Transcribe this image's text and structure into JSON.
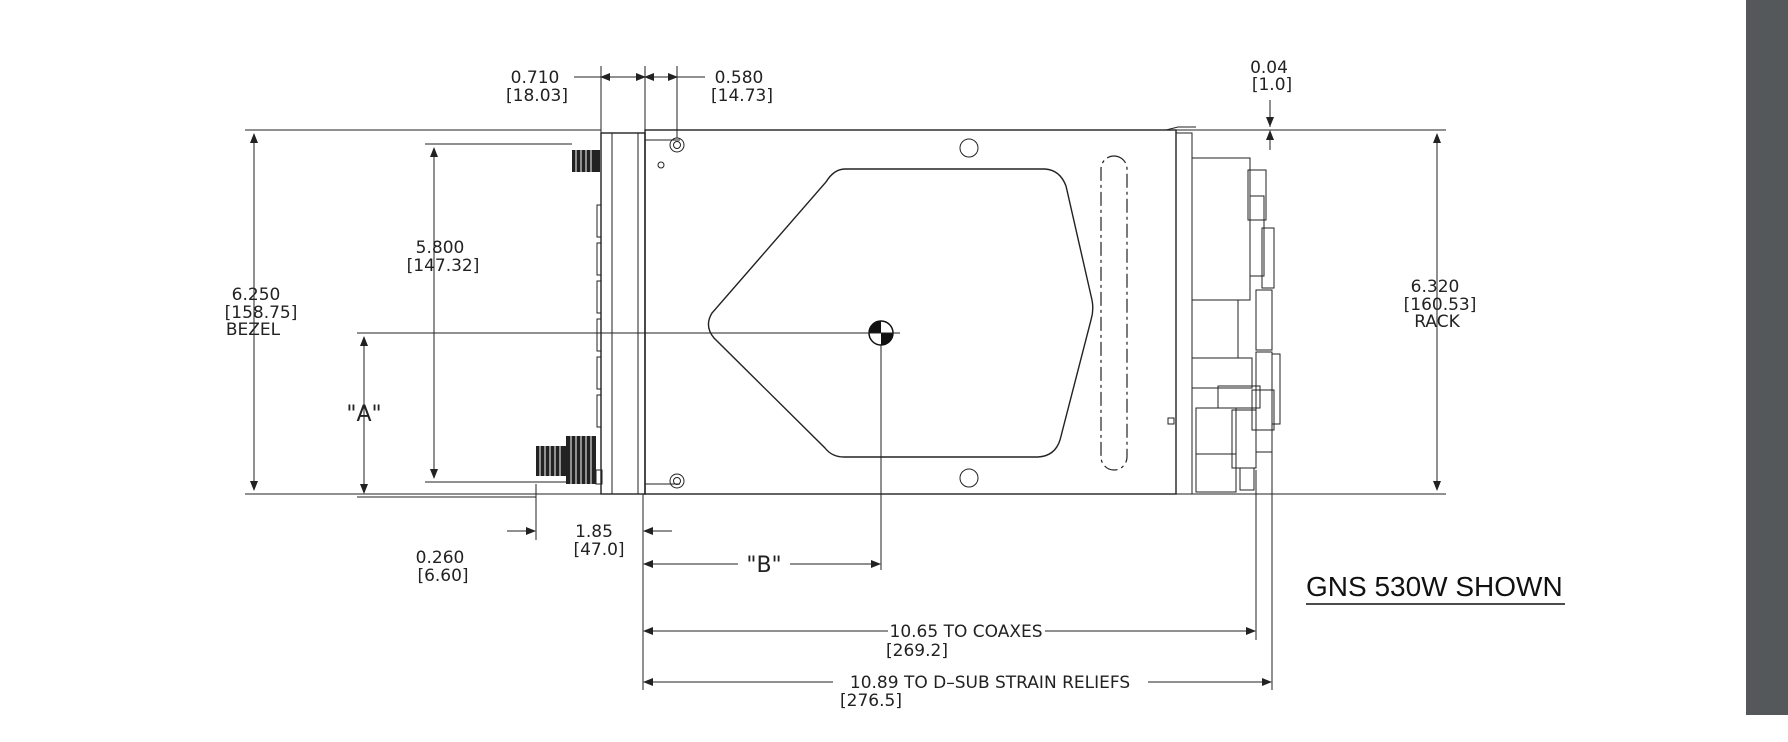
{
  "drawing": {
    "title": "GNS 530W SHOWN",
    "dimensions": {
      "d0710": {
        "inch": "0.710",
        "mm": "[18.03]"
      },
      "d0580": {
        "inch": "0.580",
        "mm": "[14.73]"
      },
      "d004": {
        "inch": "0.04",
        "mm": "[1.0]"
      },
      "bezel": {
        "inch": "6.250",
        "mm": "[158.75]",
        "note": "BEZEL"
      },
      "d5800": {
        "inch": "5.800",
        "mm": "[147.32]"
      },
      "rack": {
        "inch": "6.320",
        "mm": "[160.53]",
        "note": "RACK"
      },
      "a": {
        "label": "\"A\""
      },
      "b": {
        "label": "\"B\""
      },
      "d0260": {
        "inch": "0.260",
        "mm": "[6.60]"
      },
      "d185": {
        "inch": "1.85",
        "mm": "[47.0]"
      },
      "coaxes": {
        "text": "10.65  TO  COAXES",
        "mm": "[269.2]"
      },
      "dsub": {
        "text": "10.89  TO  D–SUB  STRAIN  RELIEFS",
        "mm": "[276.5]"
      }
    }
  },
  "colors": {
    "background": "#ffffff",
    "line": "#222222",
    "side_bar": "#55585b"
  }
}
